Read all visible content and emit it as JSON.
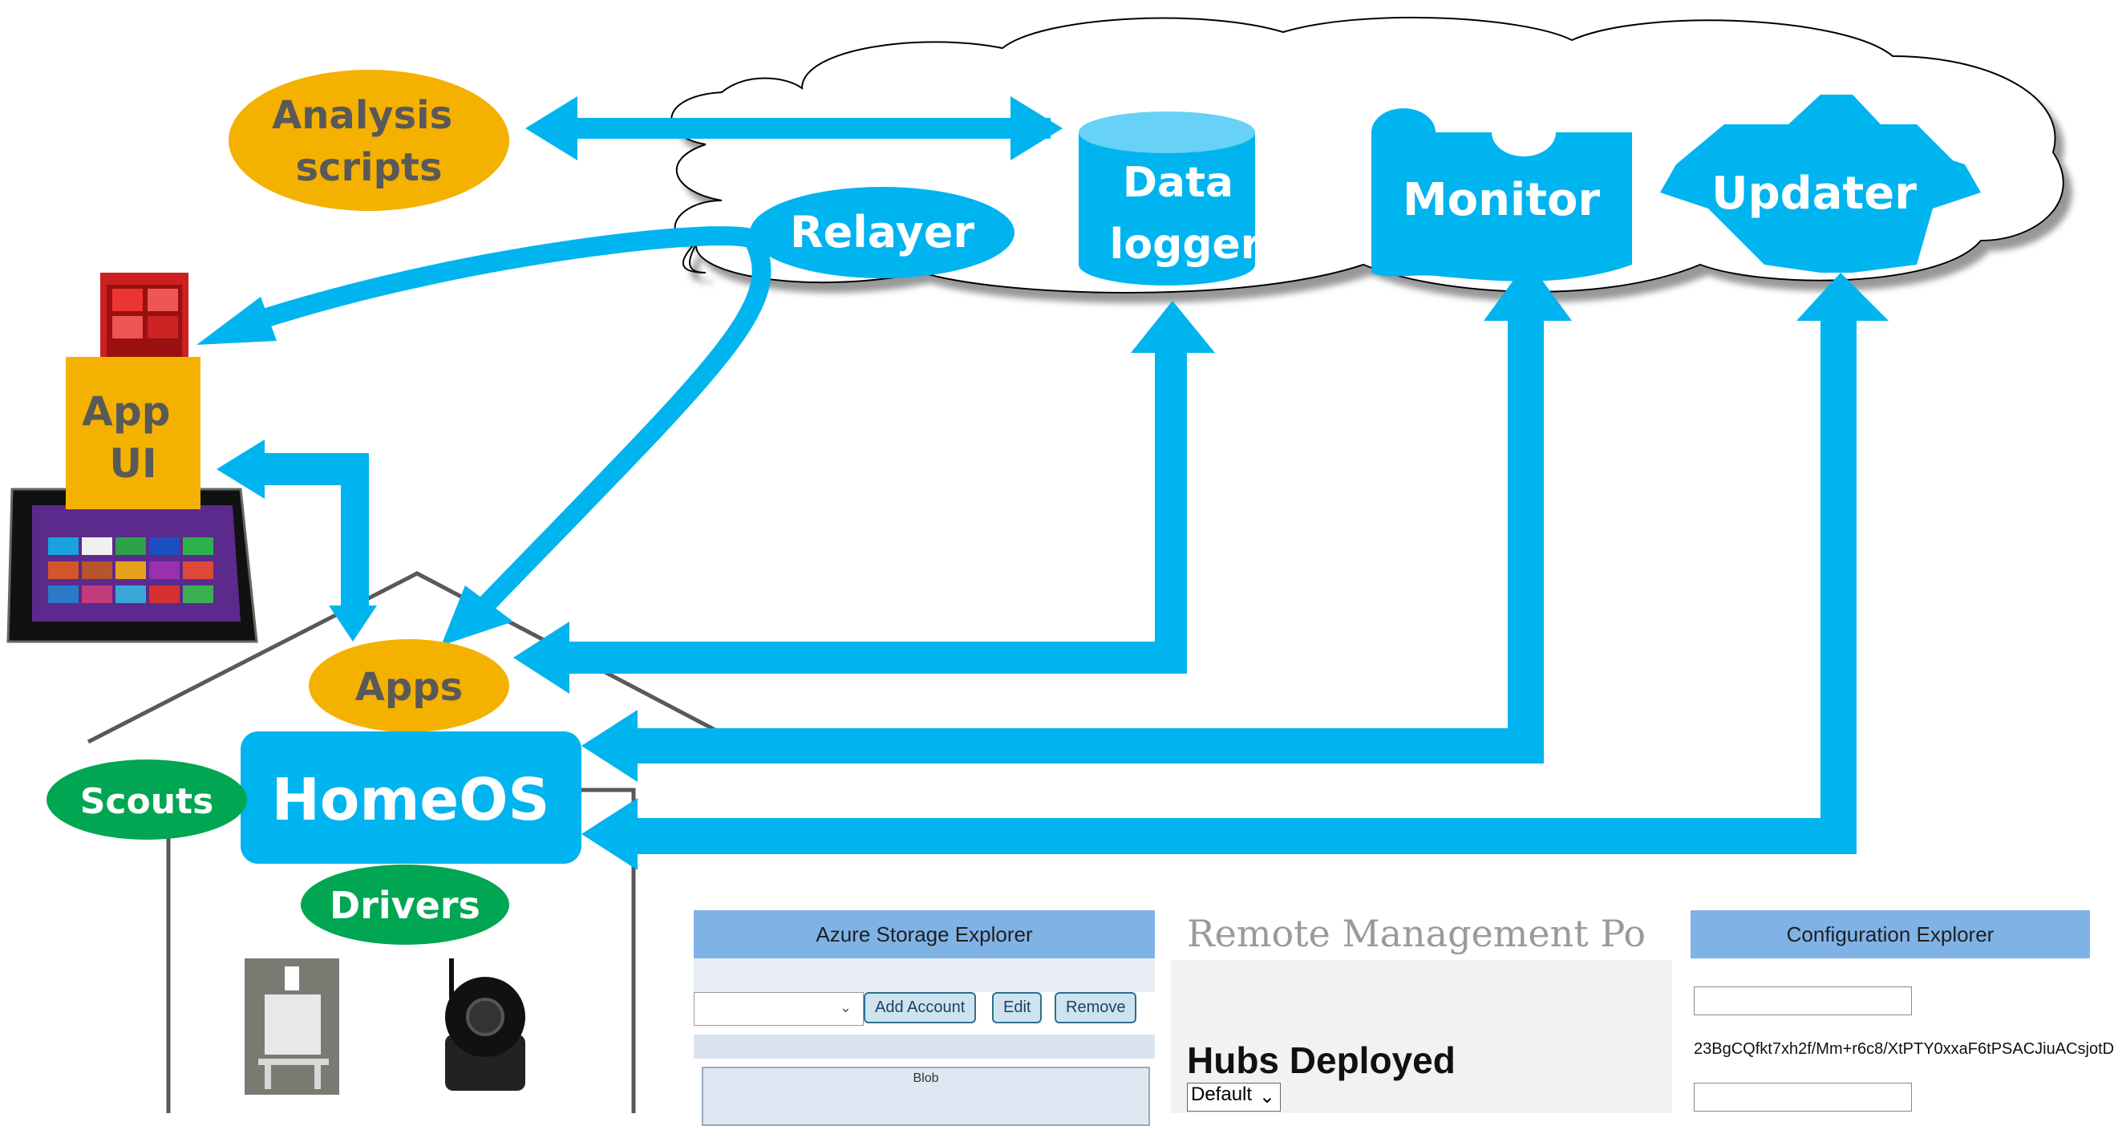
{
  "nodes": {
    "analysis": "Analysis\nscripts",
    "relayer": "Relayer",
    "datalogger": "Data\nlogger",
    "monitor": "Monitor",
    "updater": "Updater",
    "appui": "App\nUI",
    "apps": "Apps",
    "homeos": "HomeOS",
    "scouts": "Scouts",
    "drivers": "Drivers"
  },
  "colors": {
    "blue": "#00b4ef",
    "orange": "#f5b100",
    "green": "#00a651",
    "dark_text": "#595959",
    "house": "#595959"
  },
  "screenshots": {
    "azure": {
      "title": "Azure Storage Explorer",
      "buttons": [
        "Add Account",
        "Edit",
        "Remove"
      ],
      "group_label": "Blob"
    },
    "remote": {
      "title": "Remote Management Po",
      "heading": "Hubs Deployed",
      "select_value": "Default"
    },
    "config": {
      "title": "Configuration Explorer",
      "key_text": "23BgCQfkt7xh2f/Mm+r6c8/XtPTY0xxaF6tPSACJiuACsjotD"
    }
  }
}
